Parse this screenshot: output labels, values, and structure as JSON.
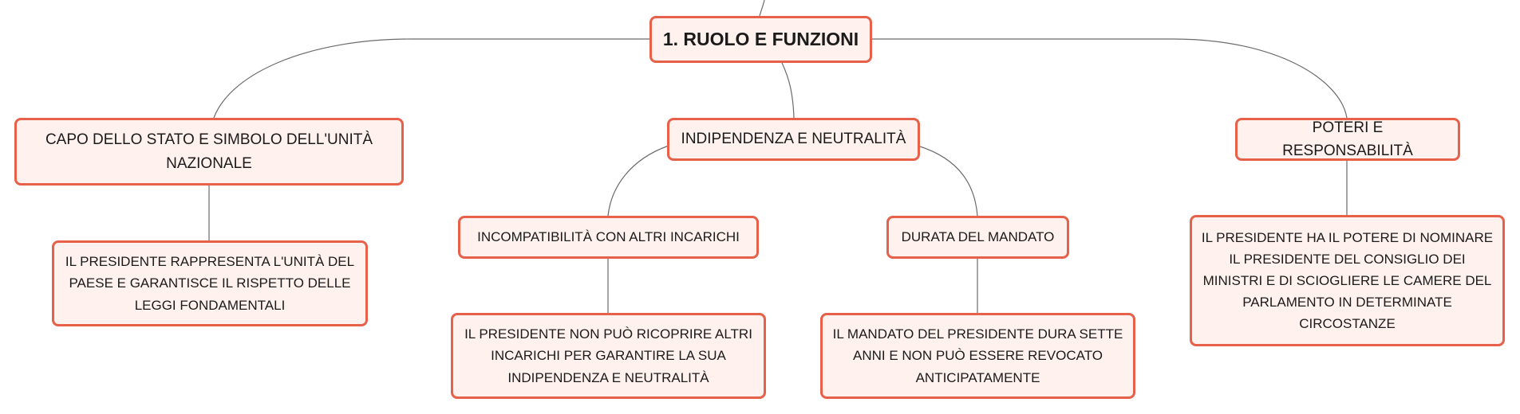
{
  "mindmap": {
    "root": "1. RUOLO E FUNZIONI",
    "branches": [
      {
        "label": "CAPO DELLO STATO E SIMBOLO DELL'UNITÀ NAZIONALE",
        "detail": "IL PRESIDENTE RAPPRESENTA L'UNITÀ DEL PAESE E GARANTISCE IL RISPETTO DELLE LEGGI FONDAMENTALI"
      },
      {
        "label": "INDIPENDENZA E NEUTRALITÀ",
        "children": [
          {
            "label": "INCOMPATIBILITÀ CON ALTRI INCARICHI",
            "detail": "IL PRESIDENTE NON PUÒ RICOPRIRE ALTRI INCARICHI PER GARANTIRE LA SUA INDIPENDENZA E NEUTRALITÀ"
          },
          {
            "label": "DURATA DEL MANDATO",
            "detail": "IL MANDATO DEL PRESIDENTE DURA SETTE ANNI E NON PUÒ ESSERE REVOCATO ANTICIPATAMENTE"
          }
        ]
      },
      {
        "label": "POTERI E RESPONSABILITÀ",
        "detail": "IL PRESIDENTE HA IL POTERE DI NOMINARE IL PRESIDENTE DEL CONSIGLIO DEI MINISTRI E DI SCIOGLIERE LE CAMERE DEL PARLAMENTO IN DETERMINATE CIRCOSTANZE"
      }
    ]
  },
  "colors": {
    "node_border": "#e7604a",
    "node_fill": "#fff1ed",
    "connector": "#6b6b6b",
    "text": "#1b1b1b"
  }
}
